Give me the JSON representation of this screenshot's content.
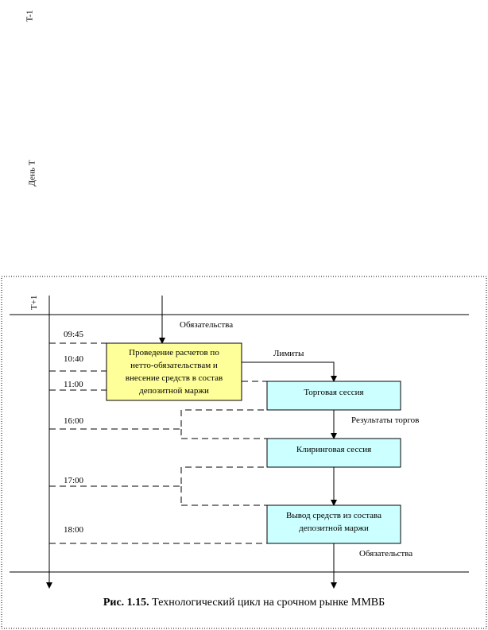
{
  "labels": {
    "t_minus_1": "T-1",
    "day_t": "День T",
    "t_plus_1": "T+1"
  },
  "times": [
    "09:45",
    "10:40",
    "11:00",
    "16:00",
    "17:00",
    "18:00"
  ],
  "boxes": {
    "settlement": [
      "Проведение расчетов по",
      "нетто-обязательствам и",
      "внесение средств в состав",
      "депозитной маржи"
    ],
    "trading": [
      "Торговая сессия"
    ],
    "clearing": [
      "Клиринговая сессия"
    ],
    "withdrawal": [
      "Вывод средств из состава",
      "депозитной маржи"
    ]
  },
  "flow_labels": {
    "obligations_in": "Обязательства",
    "limits": "Лимиты",
    "results": "Результаты торгов",
    "obligations_out": "Обязательства"
  },
  "caption": {
    "prefix": "Рис. 1.15.",
    "text": " Технологический цикл на срочном рынке ММВБ"
  },
  "colors": {
    "settlement_box": "#ffff99",
    "session_box": "#ccffff"
  }
}
